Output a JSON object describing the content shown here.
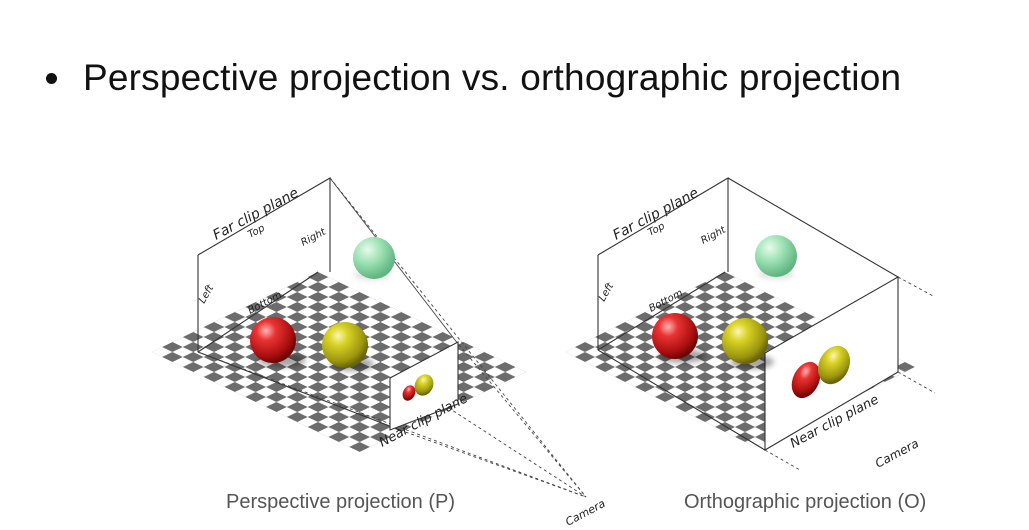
{
  "slide": {
    "bullet": "Perspective projection vs. orthographic projection"
  },
  "perspective": {
    "far_plane_label": "Far clip plane",
    "top_label": "Top",
    "right_label": "Right",
    "left_label": "Left",
    "bottom_label": "Bottom",
    "near_plane_label": "Near clip plane",
    "camera_label": "Camera",
    "caption": "Perspective projection (P)"
  },
  "orthographic": {
    "far_plane_label": "Far clip plane",
    "top_label": "Top",
    "right_label": "Right",
    "left_label": "Left",
    "bottom_label": "Bottom",
    "near_plane_label": "Near clip plane",
    "camera_label": "Camera",
    "caption": "Orthographic projection (O)"
  },
  "colors": {
    "red_sphere": "#d81f1f",
    "yellow_sphere": "#c9c21a",
    "green_sphere": "#8fdcaa",
    "checker_dark": "#6c6c6c",
    "checker_light": "#ffffff"
  }
}
